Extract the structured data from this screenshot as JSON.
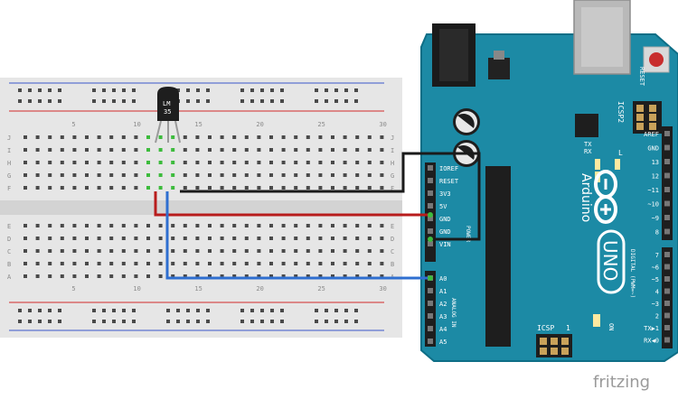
{
  "diagram": {
    "sensor": {
      "label_line1": "LM",
      "label_line2": "35"
    },
    "breadboard": {
      "column_numbers": [
        "5",
        "10",
        "15",
        "20",
        "25",
        "30"
      ],
      "row_letters_top": [
        "J",
        "I",
        "H",
        "G",
        "F"
      ],
      "row_letters_bottom": [
        "E",
        "D",
        "C",
        "B",
        "A"
      ]
    },
    "arduino": {
      "name": "Arduino",
      "model": "UNO",
      "reset_label": "RESET",
      "icsp2_label": "ICSP2",
      "icsp_label": "ICSP",
      "tx_label": "TX",
      "rx_label": "RX",
      "l_label": "L",
      "on_label": "ON",
      "icsp_pin1": "1",
      "power_label": "POWER",
      "analog_label": "ANALOG IN",
      "digital_label": "DIGITAL (PWM=~)",
      "power_pins": [
        "IOREF",
        "RESET",
        "3V3",
        "5V",
        "GND",
        "GND",
        "VIN"
      ],
      "analog_pins": [
        "A0",
        "A1",
        "A2",
        "A3",
        "A4",
        "A5"
      ],
      "digital_pins_top": [
        "AREF",
        "GND",
        "13",
        "12",
        "~11",
        "~10",
        "~9",
        "8"
      ],
      "digital_pins_bottom": [
        "7",
        "~6",
        "~5",
        "4",
        "~3",
        "2",
        "TX▶1",
        "RX◀0"
      ]
    },
    "wires": [
      {
        "name": "ground-wire",
        "color": "#1a1a1a"
      },
      {
        "name": "power-wire",
        "color": "#b81c1c"
      },
      {
        "name": "signal-wire",
        "color": "#2f6fd0"
      }
    ],
    "colors": {
      "board": "#1c8aa5",
      "board_edge": "#0e6e86",
      "breadboard": "#e6e6e6",
      "rail_red": "#d12b2b",
      "rail_blue": "#3a55c9",
      "active_hole": "#3dbb3d"
    },
    "watermark": "fritzing"
  }
}
